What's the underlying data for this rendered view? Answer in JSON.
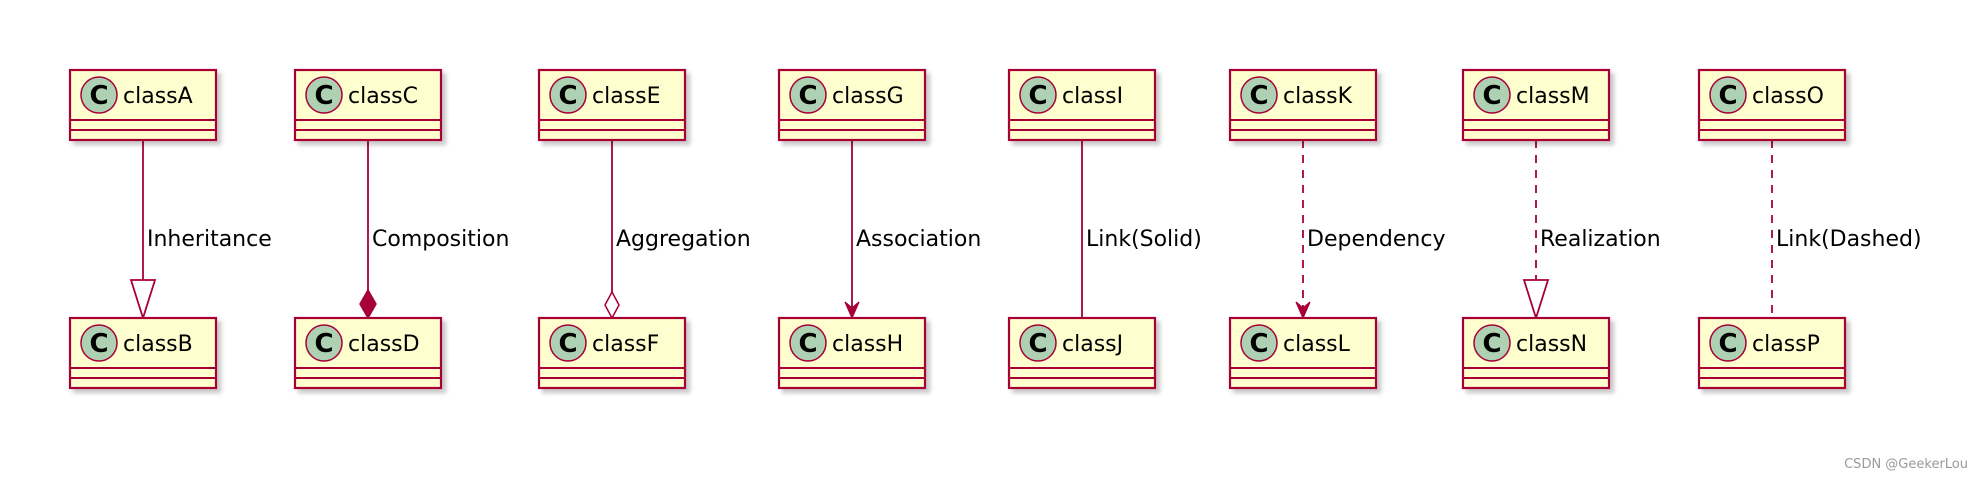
{
  "diagram": {
    "class_marker": "C",
    "colors": {
      "box_fill": "#fefece",
      "box_border": "#a80036",
      "marker_fill": "#adD1B2",
      "line": "#a80036",
      "text": "#000000",
      "shadow": "#c8c8c8"
    },
    "relations": [
      {
        "from": "classA",
        "to": "classB",
        "label": "Inheritance",
        "line_style": "solid",
        "head": "hollow-triangle"
      },
      {
        "from": "classC",
        "to": "classD",
        "label": "Composition",
        "line_style": "solid",
        "head": "filled-diamond"
      },
      {
        "from": "classE",
        "to": "classF",
        "label": "Aggregation",
        "line_style": "solid",
        "head": "hollow-diamond"
      },
      {
        "from": "classG",
        "to": "classH",
        "label": "Association",
        "line_style": "solid",
        "head": "arrow"
      },
      {
        "from": "classI",
        "to": "classJ",
        "label": "Link(Solid)",
        "line_style": "solid",
        "head": "none"
      },
      {
        "from": "classK",
        "to": "classL",
        "label": "Dependency",
        "line_style": "dashed",
        "head": "arrow"
      },
      {
        "from": "classM",
        "to": "classN",
        "label": "Realization",
        "line_style": "dashed",
        "head": "hollow-triangle"
      },
      {
        "from": "classO",
        "to": "classP",
        "label": "Link(Dashed)",
        "line_style": "dashed",
        "head": "none"
      }
    ]
  },
  "watermark": "CSDN @GeekerLou"
}
